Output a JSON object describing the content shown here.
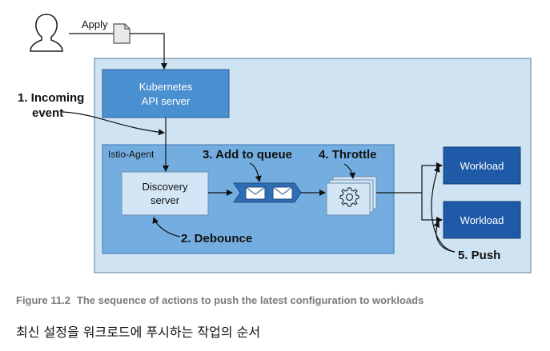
{
  "labels": {
    "apply": "Apply",
    "kubernetes_line1": "Kubernetes",
    "kubernetes_line2": "API server",
    "istio_agent": "Istio-Agent",
    "discovery_line1": "Discovery",
    "discovery_line2": "server",
    "workload_1": "Workload",
    "workload_2": "Workload"
  },
  "steps": {
    "incoming_line1": "1. Incoming",
    "incoming_line2": "event",
    "debounce": "2. Debounce",
    "add_to_queue": "3. Add to queue",
    "throttle": "4. Throttle",
    "push": "5. Push"
  },
  "caption": {
    "number": "Figure 11.2",
    "text": "The sequence of actions to push the latest configuration to workloads"
  },
  "korean_caption": "최신 설정을 워크로드에 푸시하는 작업의 순서",
  "icons": [
    "user-icon",
    "document-icon",
    "envelope-icon",
    "gear-icon"
  ],
  "colors": {
    "outer_panel": "#cfe3f3",
    "kubernetes_box": "#4a8fd0",
    "istio_agent_box": "#74aee0",
    "discovery_box": "#d3e6f5",
    "workload_box": "#1e5aa8",
    "queue": "#2f6db5",
    "caption": "#7a7a7a"
  }
}
